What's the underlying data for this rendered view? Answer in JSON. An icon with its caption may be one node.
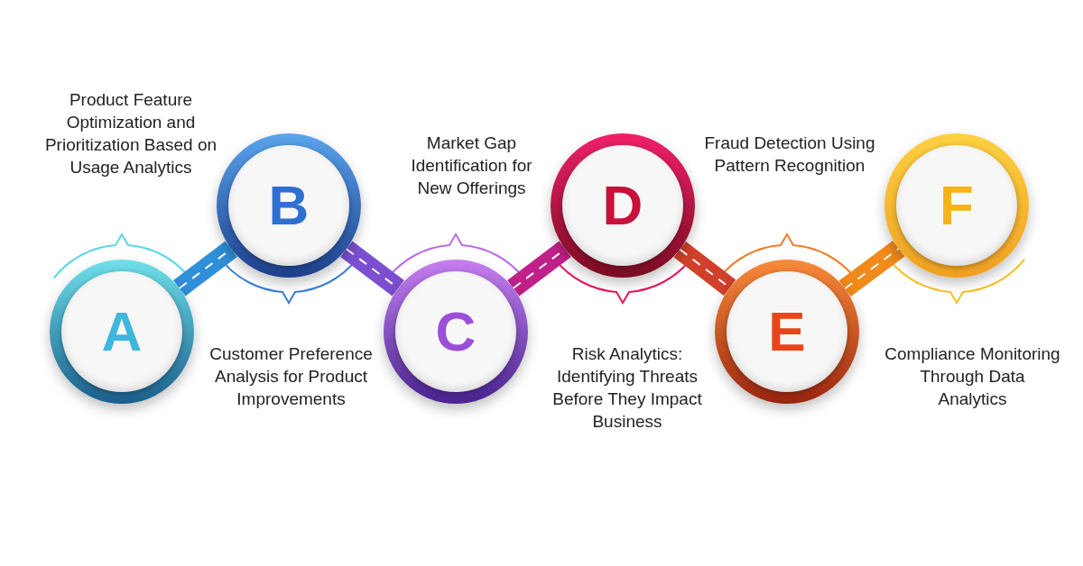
{
  "diagram": {
    "nodes": [
      {
        "text": [
          "A"
        ]
      },
      {
        "text": [
          "B"
        ]
      },
      {
        "text": [
          "C"
        ]
      },
      {
        "text": [
          "D"
        ]
      },
      {
        "text": [
          "E"
        ]
      },
      {
        "text": [
          "F"
        ]
      }
    ],
    "edges": [
      {
        "from": 0,
        "to": 1,
        "arrow": "none",
        "color": "#2f8fd8"
      },
      {
        "from": 1,
        "to": 2,
        "arrow": "none",
        "color": "#7b4fcf"
      },
      {
        "from": 2,
        "to": 3,
        "arrow": "none",
        "color": "#c0208a"
      },
      {
        "from": 3,
        "to": 4,
        "arrow": "none",
        "color": "#d0402a"
      },
      {
        "from": 4,
        "to": 5,
        "arrow": "none",
        "color": "#f08a1a"
      }
    ],
    "labels": [
      "Product Feature Optimization and Prioritization Based on Usage Analytics",
      "Customer Preference Analysis for Product Improvements",
      "Market Gap Identification for New Offerings",
      "Risk Analytics: Identifying Threats Before They Impact Business",
      "Fraud Detection Using Pattern Recognition",
      "Compliance Monitoring Through Data Analytics"
    ]
  }
}
